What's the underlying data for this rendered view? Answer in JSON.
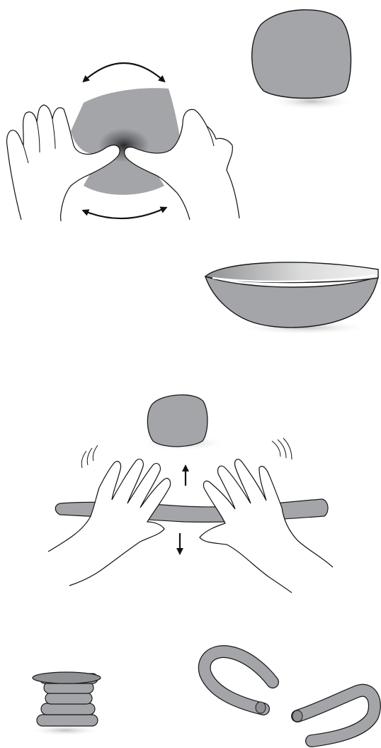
{
  "illustration": {
    "clay_color": "#a3a5a8",
    "clay_dark": "#6e7073",
    "outline_color": "#1a1a1a",
    "shadow_color": "#cfcfcf",
    "panels": [
      {
        "id": "pinch-pot",
        "icons": [
          "clay-ball-icon",
          "pinching-hands-icon",
          "rotate-arrow-icon"
        ]
      },
      {
        "id": "finished-bowl",
        "icons": [
          "bowl-icon"
        ]
      },
      {
        "id": "rolling-coil",
        "icons": [
          "clay-ball-icon",
          "rolling-hands-icon",
          "up-arrow-icon",
          "down-arrow-icon"
        ]
      },
      {
        "id": "coil-building",
        "icons": [
          "coil-stack-icon",
          "u-coil-icon"
        ]
      }
    ]
  }
}
